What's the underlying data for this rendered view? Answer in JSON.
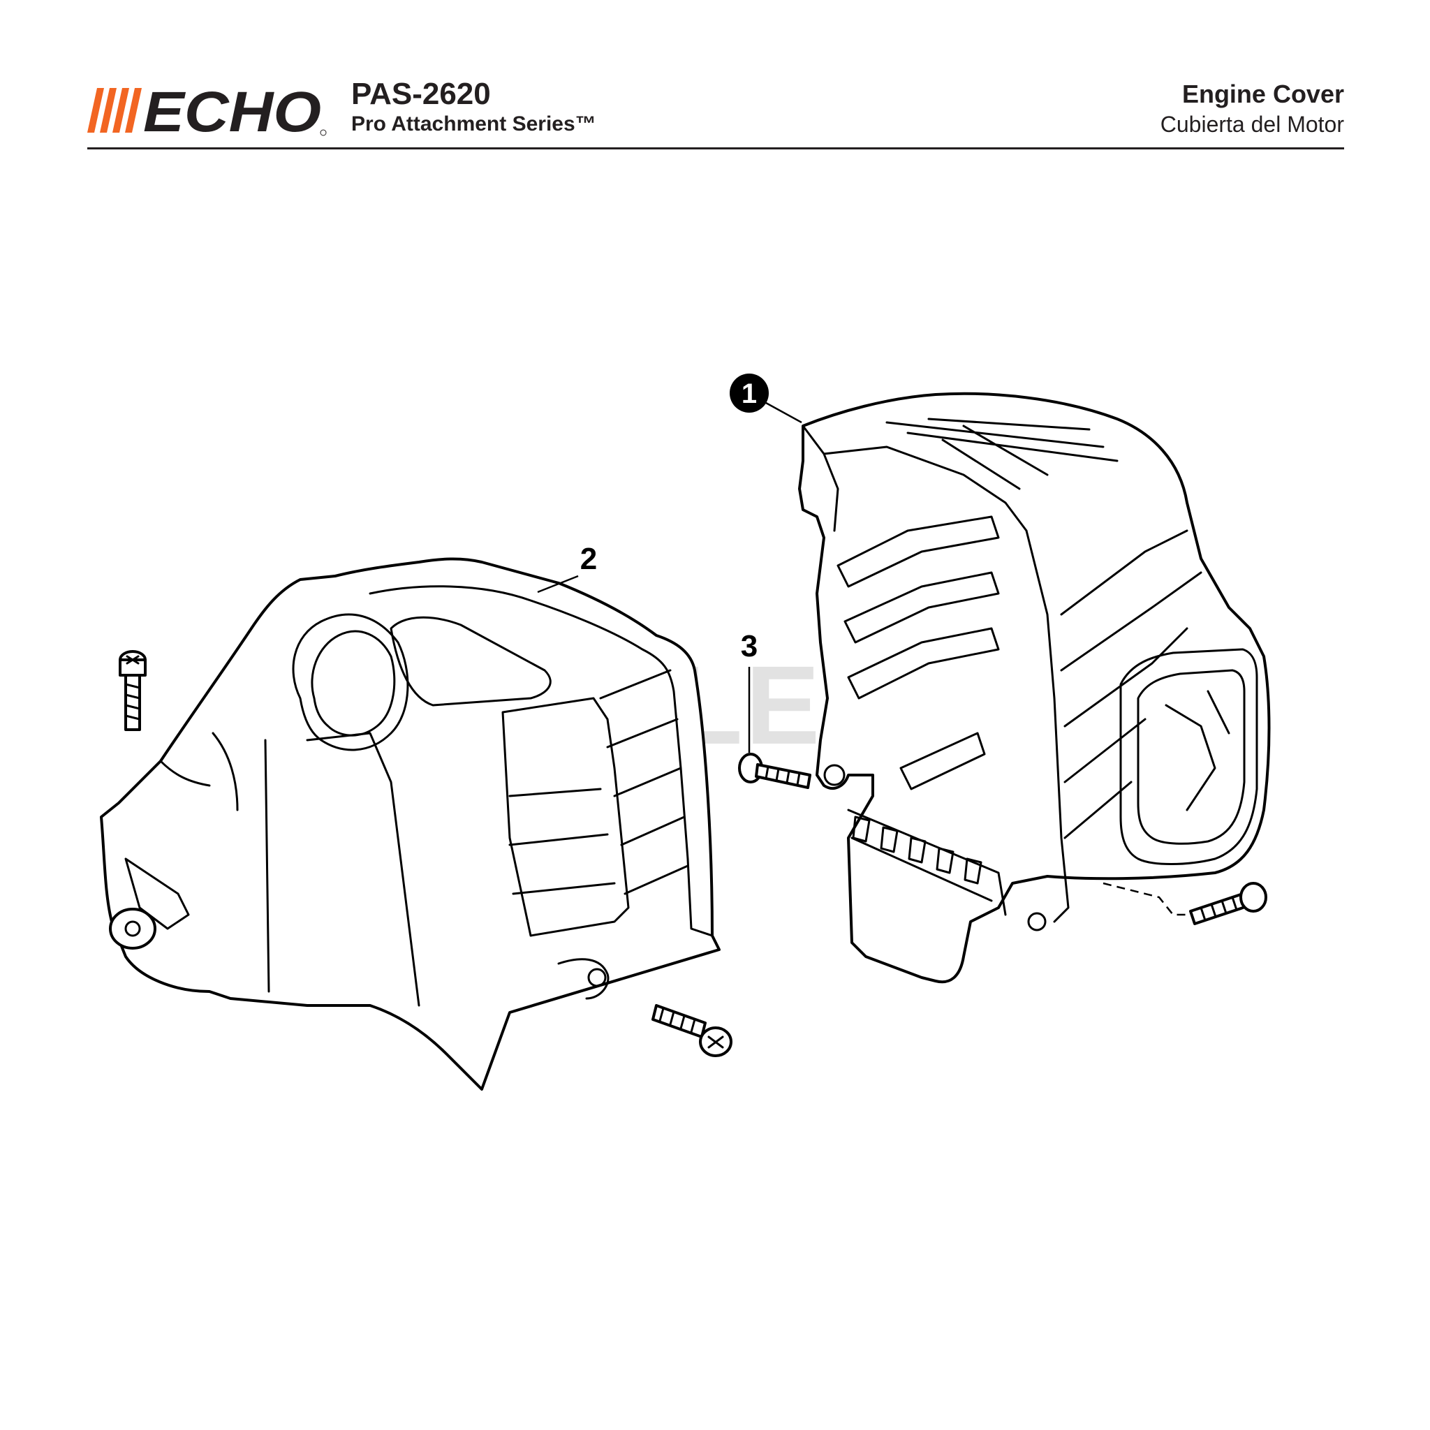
{
  "header": {
    "brand_logo": "ECHO",
    "model": "PAS-2620",
    "series": "Pro Attachment Series™",
    "title": "Engine Cover",
    "subtitle": "Cubierta del Motor"
  },
  "watermark": "CUTLER'S",
  "callouts": [
    {
      "number": "1",
      "part": "engine-cover-rear",
      "style": "filled-circle"
    },
    {
      "number": "2",
      "part": "engine-cover-front",
      "style": "plain"
    },
    {
      "number": "3",
      "part": "screw",
      "style": "plain"
    }
  ],
  "colors": {
    "logo_orange": "#f26522",
    "logo_black": "#231f20",
    "line": "#000000",
    "watermark": "#e2e2e2"
  }
}
